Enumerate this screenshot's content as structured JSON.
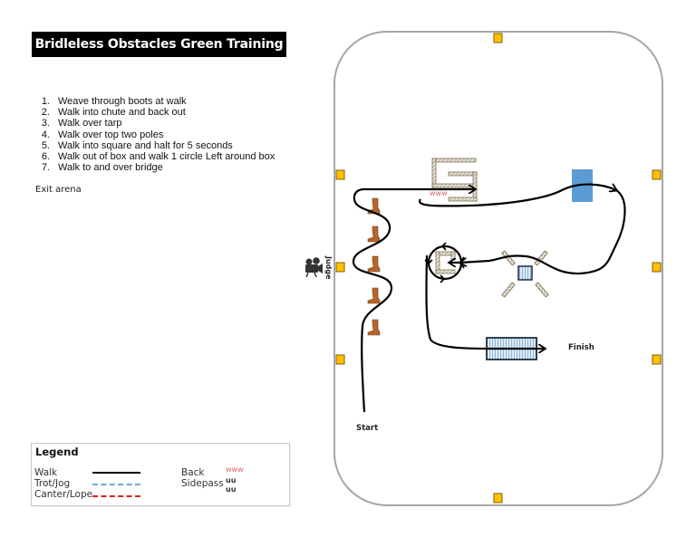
{
  "title": "Bridleless Obstacles Green Training",
  "steps": [
    {
      "num": "1.",
      "text": "Weave through boots at walk"
    },
    {
      "num": "2.",
      "text": "Walk into chute and back out"
    },
    {
      "num": "3.",
      "text": "Walk over tarp"
    },
    {
      "num": "4.",
      "text": "Walk over top two poles"
    },
    {
      "num": "5.",
      "text": "Walk into square and halt for 5 seconds"
    },
    {
      "num": "6.",
      "text": "Walk out of box and walk 1 circle Left around box"
    },
    {
      "num": "7.",
      "text": "Walk to and over bridge"
    }
  ],
  "exit_text": "Exit arena",
  "legend": {
    "title": "Legend",
    "walk": "Walk",
    "trot": "Trot/Jog",
    "canter": "Canter/Lope",
    "back": "Back",
    "back_glyph": "www",
    "sidepass": "Sidepass",
    "sidepass_glyph_1": "uu",
    "sidepass_glyph_2": "uu"
  },
  "arena": {
    "judge_label": "Judge",
    "start_label": "Start",
    "finish_label": "Finish",
    "back_marker": "www",
    "icons": {
      "judge": "movie-camera-icon",
      "boot": "cowboy-boot-icon",
      "marker": "arena-letter-marker"
    }
  },
  "colors": {
    "walk": "#000000",
    "trot": "#6fa8dc",
    "canter": "#e02020",
    "back": "#e06666",
    "tarp": "#5b9bd5",
    "marker": "#ffc000",
    "boot": "#b5652b",
    "arena_border": "#a6a6a6",
    "pole": "#d8cfb8"
  }
}
